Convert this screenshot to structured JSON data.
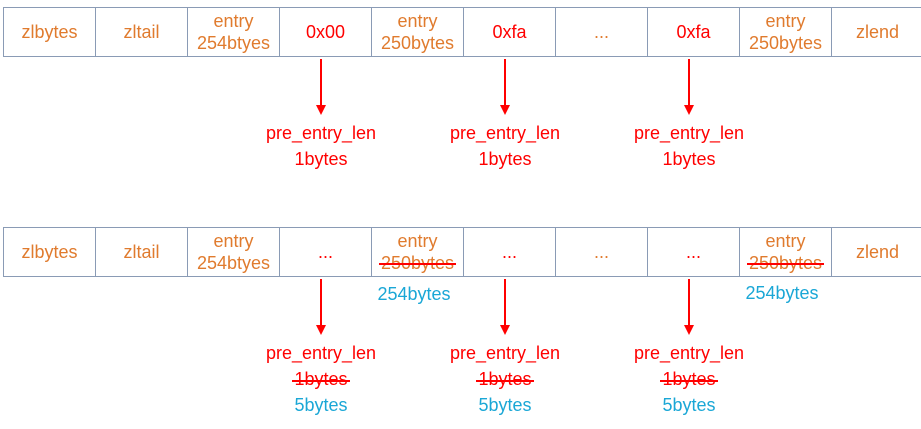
{
  "before": {
    "cells": [
      {
        "text": "zlbytes"
      },
      {
        "text": "zltail"
      },
      {
        "line1": "entry",
        "line2": "254btyes"
      },
      {
        "text": "0x00"
      },
      {
        "line1": "entry",
        "line2": "250bytes"
      },
      {
        "text": "0xfa"
      },
      {
        "text": "..."
      },
      {
        "text": "0xfa"
      },
      {
        "line1": "entry",
        "line2": "250bytes"
      },
      {
        "text": "zlend"
      }
    ],
    "labels": [
      {
        "name": "pre_entry_len",
        "size": "1bytes"
      },
      {
        "name": "pre_entry_len",
        "size": "1bytes"
      },
      {
        "name": "pre_entry_len",
        "size": "1bytes"
      }
    ]
  },
  "after": {
    "cells": [
      {
        "text": "zlbytes"
      },
      {
        "text": "zltail"
      },
      {
        "line1": "entry",
        "line2": "254btyes"
      },
      {
        "text": "..."
      },
      {
        "line1": "entry",
        "line2": "250bytes"
      },
      {
        "text": "..."
      },
      {
        "text": "..."
      },
      {
        "text": "..."
      },
      {
        "line1": "entry",
        "line2": "250bytes"
      },
      {
        "text": "zlend"
      }
    ],
    "new_sizes": [
      "254bytes",
      "254bytes"
    ],
    "labels": [
      {
        "name": "pre_entry_len",
        "old_size": "1bytes",
        "new_size": "5bytes"
      },
      {
        "name": "pre_entry_len",
        "old_size": "1bytes",
        "new_size": "5bytes"
      },
      {
        "name": "pre_entry_len",
        "old_size": "1bytes",
        "new_size": "5bytes"
      }
    ]
  },
  "colors": {
    "entry_text": "#e07b2e",
    "highlight": "#ff0000",
    "new_value": "#1aa7d6",
    "border": "#8a9bb5"
  }
}
